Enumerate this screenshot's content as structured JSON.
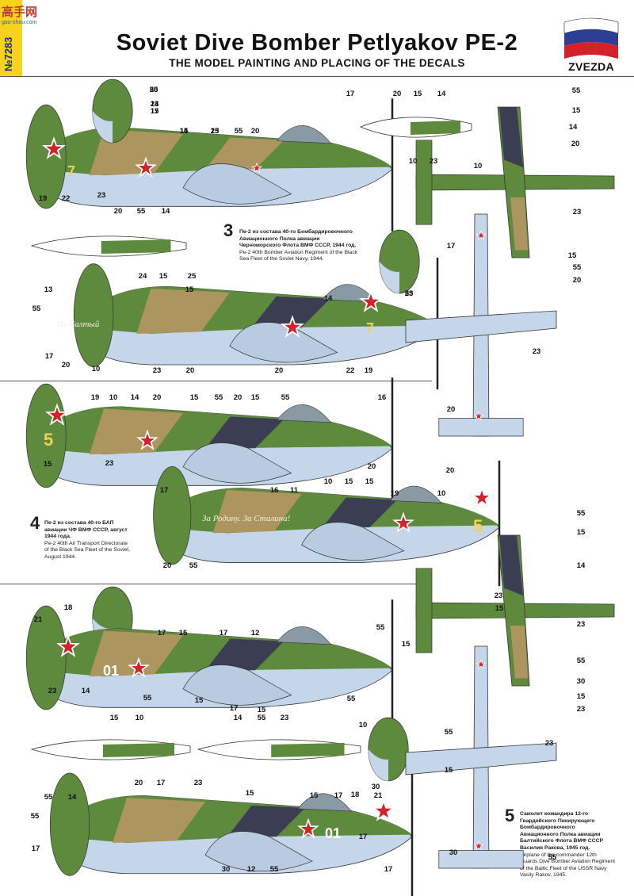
{
  "header": {
    "sku": "№7283",
    "title": "Soviet Dive Bomber Petlyakov PE-2",
    "subtitle": "THE MODEL PAINTING AND PLACING OF THE DECALS",
    "brand": "ZVEZDA",
    "watermark": "高手网",
    "watermark_url": "gao-shou.com"
  },
  "captions": [
    {
      "number": "3",
      "ru": "Пе-2 из состава 40-го Бомбардировочного Авиационного Полка авиации Черноморского Флота ВМФ СССР, 1944 год.",
      "en": "Pe-2 40th Bomber Aviation Regiment of the Black Sea Fleet of the Soviet Navy, 1944."
    },
    {
      "number": "4",
      "ru": "Пе-2 из состава 40-го БАП авиации ЧФ ВМФ СССР, август 1944 года.",
      "en": "Pe-2 40th Air Transport Directorate of the Black Sea Fleet of the Soviet, August 1944."
    },
    {
      "number": "5",
      "ru": "Самолет командира 12-го Гвардейского Пикирующего Бомбардировочного Авиационного Полка авиации Балтийского Флота ВМФ СССР Василия Ракова, 1945 год.",
      "en": "Airplane of the commander 12th Guards Dive Bomber Aviation Regiment of the Baltic Fleet of the USSR Navy Vasily Rakov, 1945."
    }
  ],
  "nose_text": {
    "s3": "Ял-Балтый",
    "s4": "За Родину. За Сталина!"
  },
  "tail_codes": {
    "s3": "7",
    "s4": "5",
    "s5": "01"
  },
  "callouts": [
    "15",
    "23",
    "20",
    "14",
    "15",
    "55",
    "20",
    "19",
    "22",
    "23",
    "17",
    "20",
    "15",
    "14",
    "10",
    "23",
    "20",
    "55",
    "14",
    "24",
    "15",
    "25",
    "55",
    "15",
    "14",
    "20",
    "15",
    "55",
    "20",
    "23",
    "10",
    "17",
    "55",
    "23",
    "13",
    "55",
    "15",
    "14",
    "17",
    "20",
    "10",
    "23",
    "20",
    "20",
    "22",
    "19",
    "23",
    "20",
    "19",
    "10",
    "14",
    "20",
    "15",
    "55",
    "20",
    "15",
    "55",
    "16",
    "15",
    "23",
    "10",
    "15",
    "15",
    "20",
    "17",
    "16",
    "11",
    "20",
    "19",
    "10",
    "20",
    "55",
    "55",
    "15",
    "14",
    "23",
    "55",
    "15",
    "23",
    "30",
    "18",
    "21",
    "17",
    "15",
    "17",
    "12",
    "55",
    "15",
    "23",
    "14",
    "55",
    "15",
    "17",
    "15",
    "55",
    "15",
    "10",
    "14",
    "55",
    "23",
    "10",
    "20",
    "17",
    "23",
    "55",
    "17",
    "17",
    "15",
    "55",
    "14",
    "55",
    "15",
    "30",
    "30",
    "12",
    "55",
    "15",
    "17",
    "21",
    "18",
    "30",
    "23",
    "17",
    "23",
    "15",
    "55",
    "17",
    "14",
    "55",
    "15",
    "23"
  ],
  "colors": {
    "green": "#5d8a3c",
    "brown": "#ad9560",
    "dark": "#3b3e52",
    "underside": "#c5d6ea",
    "star": "#d2232a",
    "yellow": "#f3d24a",
    "frame": "#f7d21c",
    "logo_blue": "#2d3f92"
  }
}
